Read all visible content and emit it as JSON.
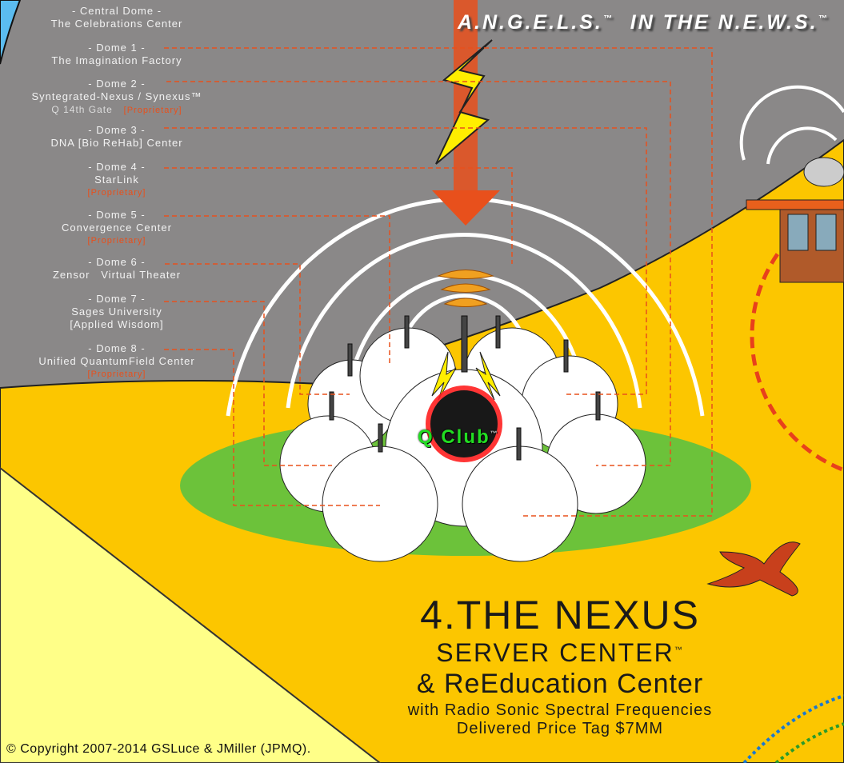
{
  "header": {
    "title": "A.N.G.E.L.S.",
    "tm1": "™",
    "title2": "IN THE N.E.W.S.",
    "tm2": "™"
  },
  "labels": [
    {
      "heading": "- Central Dome -",
      "name": "The Celebrations Center"
    },
    {
      "heading": "- Dome 1 -",
      "name": "The Imagination Factory"
    },
    {
      "heading": "- Dome 2 -",
      "name": "Syntegrated-Nexus / Synexus™",
      "extra": "Q 14th Gate",
      "tag": "[Proprietary]"
    },
    {
      "heading": "- Dome 3 -",
      "name": "DNA [Bio ReHab] Center"
    },
    {
      "heading": "- Dome 4 -",
      "name": "StarLink",
      "tag": "[Proprietary]"
    },
    {
      "heading": "- Dome 5 -",
      "name": "Convergence Center",
      "tag": "[Proprietary]"
    },
    {
      "heading": "- Dome 6 -",
      "name": "Zensor   Virtual Theater"
    },
    {
      "heading": "- Dome 7 -",
      "name": "Sages University",
      "extra": "[Applied Wisdom]"
    },
    {
      "heading": "- Dome 8 -",
      "name": "Unified QuantumField Center",
      "tag": "[Proprietary]"
    }
  ],
  "logo": {
    "text": "Q Club",
    "tm": "™"
  },
  "title": {
    "line1": "4.THE NEXUS",
    "line2": "SERVER CENTER",
    "line2_tm": "™",
    "line3": "& ReEducation Center",
    "line4": "with Radio Sonic Spectral Frequencies",
    "line5": "Delivered Price Tag $7MM"
  },
  "copyright": "© Copyright 2007-2014 GSLuce & JMiller (JPMQ).",
  "colors": {
    "sky": "#8a8888",
    "ground": "#fcc600",
    "grass": "#6cc23a",
    "accent": "#e8501c"
  }
}
